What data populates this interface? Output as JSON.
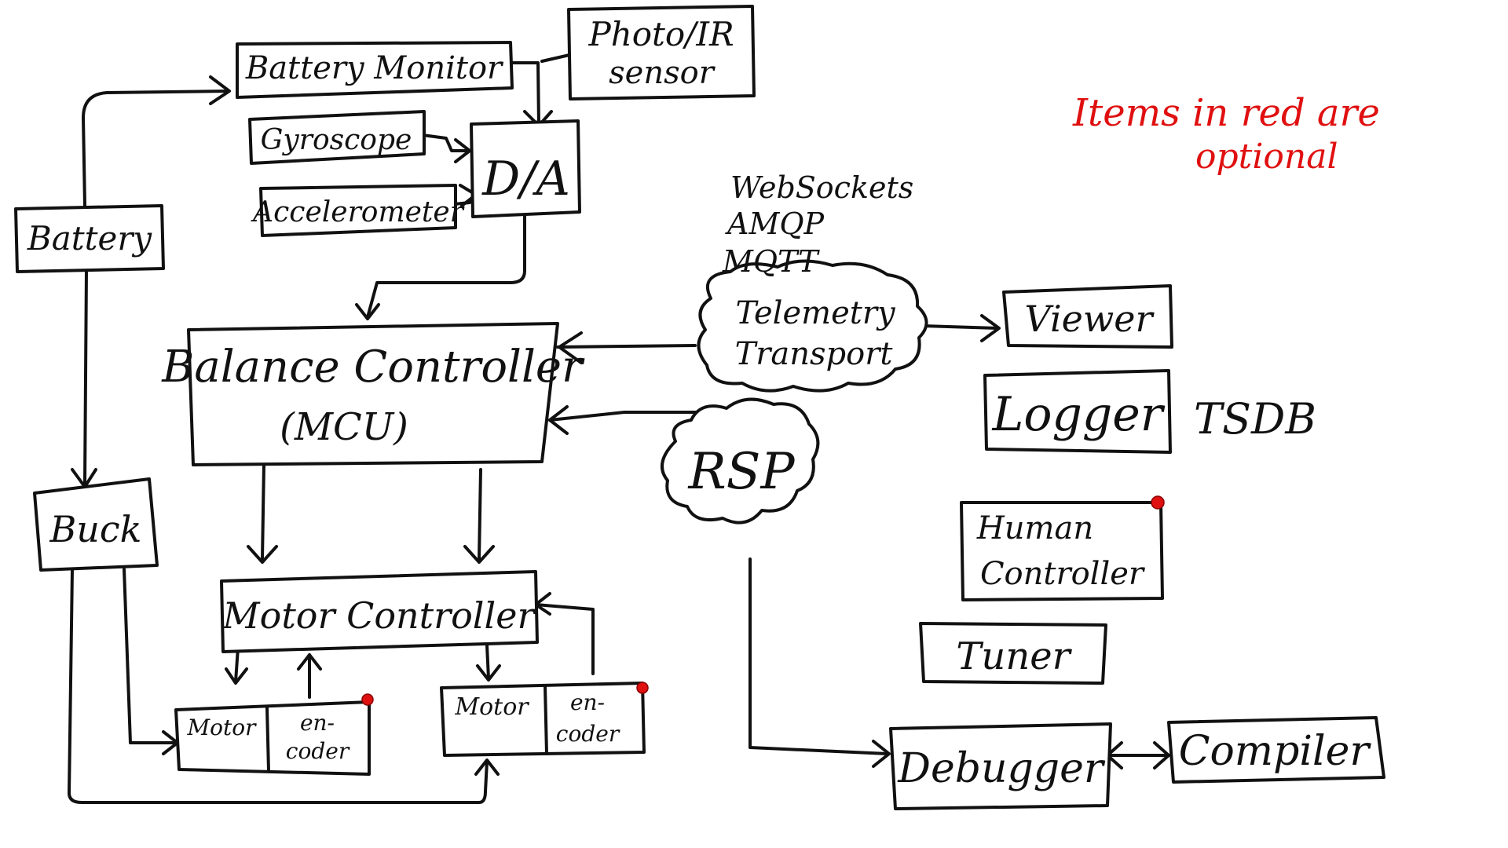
{
  "colors": {
    "ink": "#111111",
    "accent": "#e01010"
  },
  "note": {
    "line1": "Items in red are",
    "line2": "optional"
  },
  "labels": {
    "battery_monitor": "Battery Monitor",
    "photo_ir_1": "Photo/IR",
    "photo_ir_2": "sensor",
    "gyroscope": "Gyroscope",
    "accelerometer": "Accelerometer",
    "da": "D/A",
    "battery": "Battery",
    "buck": "Buck",
    "balance_1": "Balance Controller",
    "balance_2": "(MCU)",
    "motor_controller": "Motor Controller",
    "motor": "Motor",
    "encoder_1": "en-",
    "encoder_2": "coder",
    "telemetry_1": "Telemetry",
    "telemetry_2": "Transport",
    "protocol_1": "WebSockets",
    "protocol_2": "AMQP",
    "protocol_3": "MQTT",
    "rsp": "RSP",
    "viewer": "Viewer",
    "logger": "Logger",
    "tsdb": "TSDB",
    "human_1": "Human",
    "human_2": "Controller",
    "tuner": "Tuner",
    "debugger": "Debugger",
    "compiler": "Compiler"
  },
  "optional_items": [
    "Human Controller",
    "Motor encoder (left)",
    "Motor encoder (right)"
  ]
}
